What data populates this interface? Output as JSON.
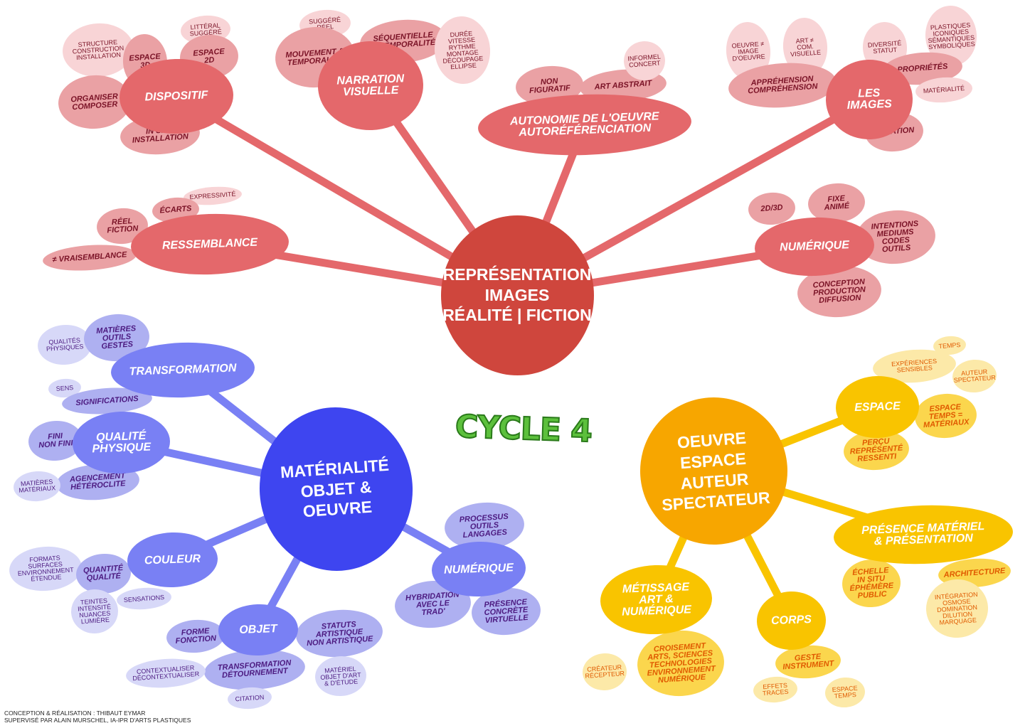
{
  "title": "CYCLE 4",
  "credits": {
    "line1": "Conception & réalisation : Thibaut Eymar",
    "line2": "Supervisé par Alain Murschel, IA-IPR d'Arts Plastiques"
  },
  "colors": {
    "red": [
      "#cf463d",
      "#e4686b",
      "#eaa1a4",
      "#f8d4d6",
      "#7a1226"
    ],
    "blue": [
      "#3e45f0",
      "#7980f4",
      "#aeb0f1",
      "#d7d8f8",
      "#4c1a80"
    ],
    "yellow": [
      "#f7a600",
      "#f9c400",
      "#fbd64d",
      "#fce9a8",
      "#e05a00"
    ],
    "green": "#5cc03c"
  },
  "maps": {
    "representation": {
      "center": "Représentation\nimages\nréalité | fiction",
      "branches": [
        {
          "label": "Dispositif",
          "leaves": [
            "Structure\nconstruction\ninstallation",
            "Espace\n3D",
            "Littéral\nsuggéré",
            "Espace\n2D",
            "Organiser\ncomposer",
            "In situ\ninstallation"
          ]
        },
        {
          "label": "Narration\nvisuelle",
          "leaves": [
            "Suggéré\nréel",
            "Mouvement &\ntemporalité",
            "Séquentielle\n& temporalité",
            "Durée\nvitesse\nrythme\nmontage\ndécoupage\nellipse"
          ]
        },
        {
          "label": "Autonomie de l'oeuvre\nautoréférenciation",
          "leaves": [
            "Non\nfiguratif",
            "Art abstrait",
            "Informel\nconcert"
          ]
        },
        {
          "label": "Les\nimages",
          "leaves": [
            "Oeuvre ≠\nimage\nd'oeuvre",
            "Art ≠\ncom.\nvisuelle",
            "Appréhension\ncompréhension",
            "Diversité\nstatut",
            "Plastiques\niconiques\nsémantiques\nsymboliques",
            "Propriétés",
            "Matérialité",
            "Création"
          ]
        },
        {
          "label": "Ressemblance",
          "leaves": [
            "Expressivité",
            "Écarts",
            "Réel\nfiction",
            "≠ vraisemblance"
          ]
        },
        {
          "label": "Numérique",
          "leaves": [
            "2D/3D",
            "Fixe\nanimé",
            "Intentions\nmediums\ncodes\noutils",
            "Conception\nproduction\ndiffusion"
          ]
        }
      ]
    },
    "materialite": {
      "center": "Matérialité\nobjet &\noeuvre",
      "branches": [
        {
          "label": "Transformation",
          "leaves": [
            "Qualités\nphysiques",
            "Matières\noutils\ngestes",
            "Sens",
            "Significations"
          ]
        },
        {
          "label": "Qualité\nphysique",
          "leaves": [
            "Fini\nnon fini",
            "Agencement\nhétéroclite",
            "Matières\nmatériaux"
          ]
        },
        {
          "label": "Couleur",
          "leaves": [
            "Formats\nsurfaces\nenvironnement\nétendue",
            "Quantité\nqualité",
            "Teintes\nintensité\nnuances\nlumière",
            "Sensations"
          ]
        },
        {
          "label": "Objet",
          "leaves": [
            "Forme\nfonction",
            "Statuts\nartistique\nnon artistique",
            "Transformation\ndétournement",
            "Contextualiser\ndécontextualiser",
            "Matériel\nobjet d'art\n& d'étude",
            "Citation"
          ]
        },
        {
          "label": "Numérique",
          "leaves": [
            "Processus\noutils\nlangages",
            "Hybridation\navec le\ntrad'",
            "Présence\nconcrète\nvirtuelle"
          ]
        }
      ]
    },
    "oeuvre_espace": {
      "center": "Oeuvre\nespace\nauteur\nspectateur",
      "branches": [
        {
          "label": "Espace",
          "leaves": [
            "Temps",
            "Expériences\nsensibles",
            "Auteur\nspectateur",
            "Espace\ntemps =\nmatériaux",
            "Perçu\nreprésenté\nressenti"
          ]
        },
        {
          "label": "Présence matériel\n& présentation",
          "leaves": [
            "Échelle\nin situ\néphémère\npublic",
            "Architecture",
            "Intégration\nosmose\ndomination\ndilution\nmarquage"
          ]
        },
        {
          "label": "Métissage\nart &\nnumérique",
          "leaves": [
            "Croisement\narts, sciences\ntechnologies\nenvironnement\nnumérique",
            "Créateur\nrécepteur"
          ]
        },
        {
          "label": "Corps",
          "leaves": [
            "Geste\ninstrument",
            "Effets\ntraces",
            "Espace\ntemps"
          ]
        }
      ]
    }
  }
}
